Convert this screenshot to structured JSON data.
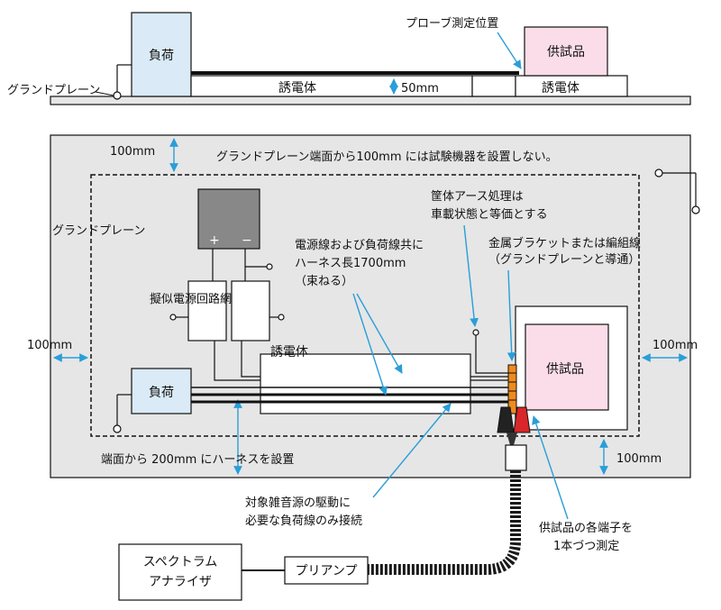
{
  "side_view": {
    "ground_plane_label": "グランドプレーン",
    "load_label": "負荷",
    "dut_label": "供試品",
    "probe_label": "プローブ測定位置",
    "dielectric_label_1": "誘電体",
    "dielectric_label_2": "誘電体",
    "height_label": "50mm"
  },
  "top_view": {
    "note_top": "グランドプレーン端面から100mm には試験機器を設置しない。",
    "dim_top": "100mm",
    "dim_left": "100mm",
    "dim_right": "100mm",
    "dim_bottom": "100mm",
    "ground_plane_label": "グランドプレーン",
    "battery_plus": "+",
    "battery_minus": "−",
    "lisn_label": "擬似電源回路網",
    "harness_label_line1": "電源線および負荷線共に",
    "harness_label_line2": "ハーネス長1700mm",
    "harness_label_line3": "（束ねる）",
    "enclosure_label_line1": "筐体アース処理は",
    "enclosure_label_line2": "車載状態と等価とする",
    "bracket_label_line1": "金属ブラケットまたは編組線",
    "bracket_label_line2": "（グランドプレーンと導通）",
    "dielectric_label": "誘電体",
    "load_label": "負荷",
    "dut_label": "供試品",
    "harness_edge_note": "端面から 200mm にハーネスを設置"
  },
  "bottom": {
    "load_note_line1": "対象雑音源の駆動に",
    "load_note_line2": "必要な負荷線のみ接続",
    "terminal_note_line1": "供試品の各端子を",
    "terminal_note_line2": "1本づつ測定",
    "analyzer_line1": "スペクトラム",
    "analyzer_line2": "アナライザ",
    "preamp_label": "プリアンプ"
  },
  "colors": {
    "ground_plane": "#e6e6e6",
    "load_box": "#daeaf7",
    "dut_box": "#fbdde9",
    "leader_line": "#2a9ed8",
    "bracket": "#f08a1c",
    "probe_red": "#d9262a",
    "cable": "#1a1a1a"
  }
}
